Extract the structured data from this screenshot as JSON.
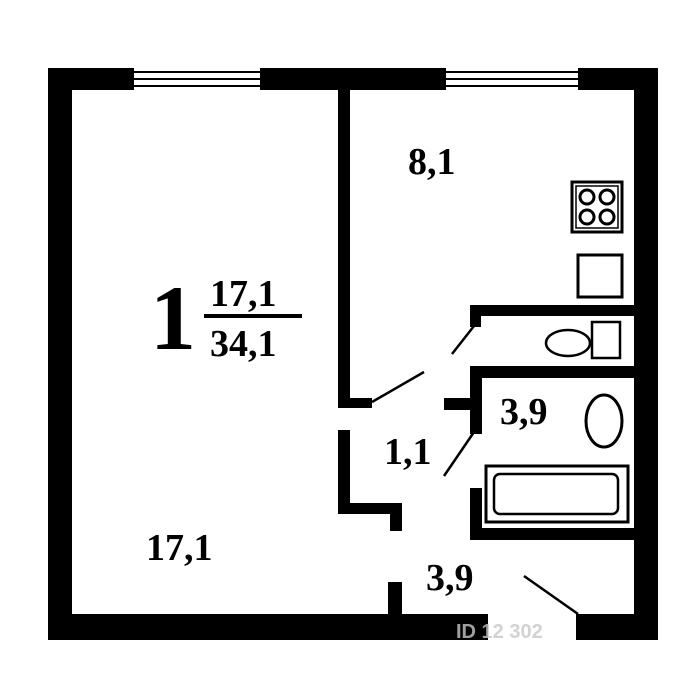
{
  "plan": {
    "room_number": "1",
    "living_area": "17,1",
    "total_area": "34,1",
    "rooms": {
      "kitchen_area": "8,1",
      "room_area": "17,1",
      "corridor_area": "1,1",
      "bathroom_area": "3,9",
      "hallway_area": "3,9"
    },
    "watermark": "ID 12 302"
  },
  "colors": {
    "wall": "#000000",
    "background": "#ffffff",
    "watermark": "#c8c8c8"
  }
}
